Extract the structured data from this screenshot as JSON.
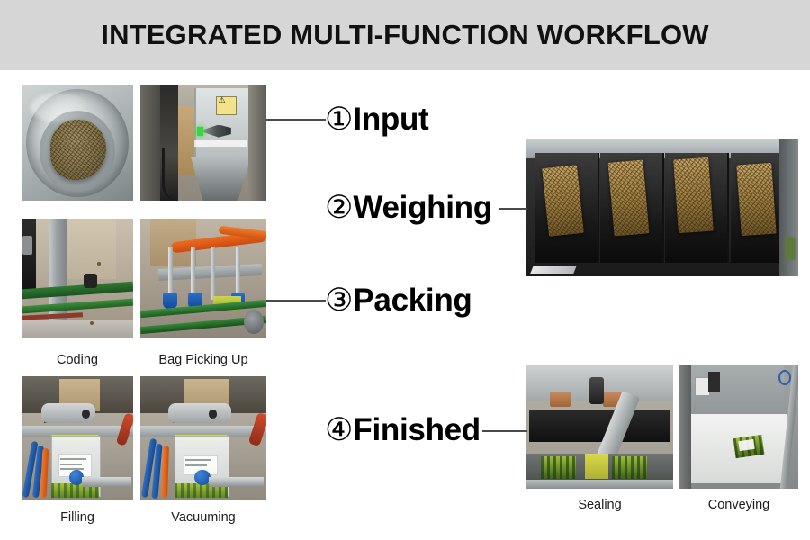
{
  "header": {
    "title": "INTEGRATED MULTI-FUNCTION WORKFLOW",
    "background_color": "#d6d6d6"
  },
  "page": {
    "background_color": "#ffffff",
    "connector_color": "#4a4a4a"
  },
  "steps": [
    {
      "number": "①",
      "label": "Input"
    },
    {
      "number": "②",
      "label": "Weighing"
    },
    {
      "number": "③",
      "label": "Packing"
    },
    {
      "number": "④",
      "label": "Finished"
    }
  ],
  "photos": {
    "raw_material": {
      "name": "raw-material-bowl",
      "caption": ""
    },
    "hopper": {
      "name": "feeding-hopper",
      "caption": ""
    },
    "weighing": {
      "name": "multihead-weigher-buckets",
      "caption": ""
    },
    "coding": {
      "name": "coding-station",
      "caption": "Coding"
    },
    "bag_picking": {
      "name": "bag-picking-up-station",
      "caption": "Bag Picking Up"
    },
    "filling": {
      "name": "filling-station",
      "caption": "Filling"
    },
    "vacuuming": {
      "name": "vacuuming-station",
      "caption": "Vacuuming"
    },
    "sealing": {
      "name": "sealing-station",
      "caption": "Sealing"
    },
    "conveying": {
      "name": "conveying-station",
      "caption": "Conveying"
    }
  },
  "captions": {
    "coding": "Coding",
    "bag_picking_up": "Bag Picking Up",
    "filling": "Filling",
    "vacuuming": "Vacuuming",
    "sealing": "Sealing",
    "conveying": "Conveying"
  }
}
